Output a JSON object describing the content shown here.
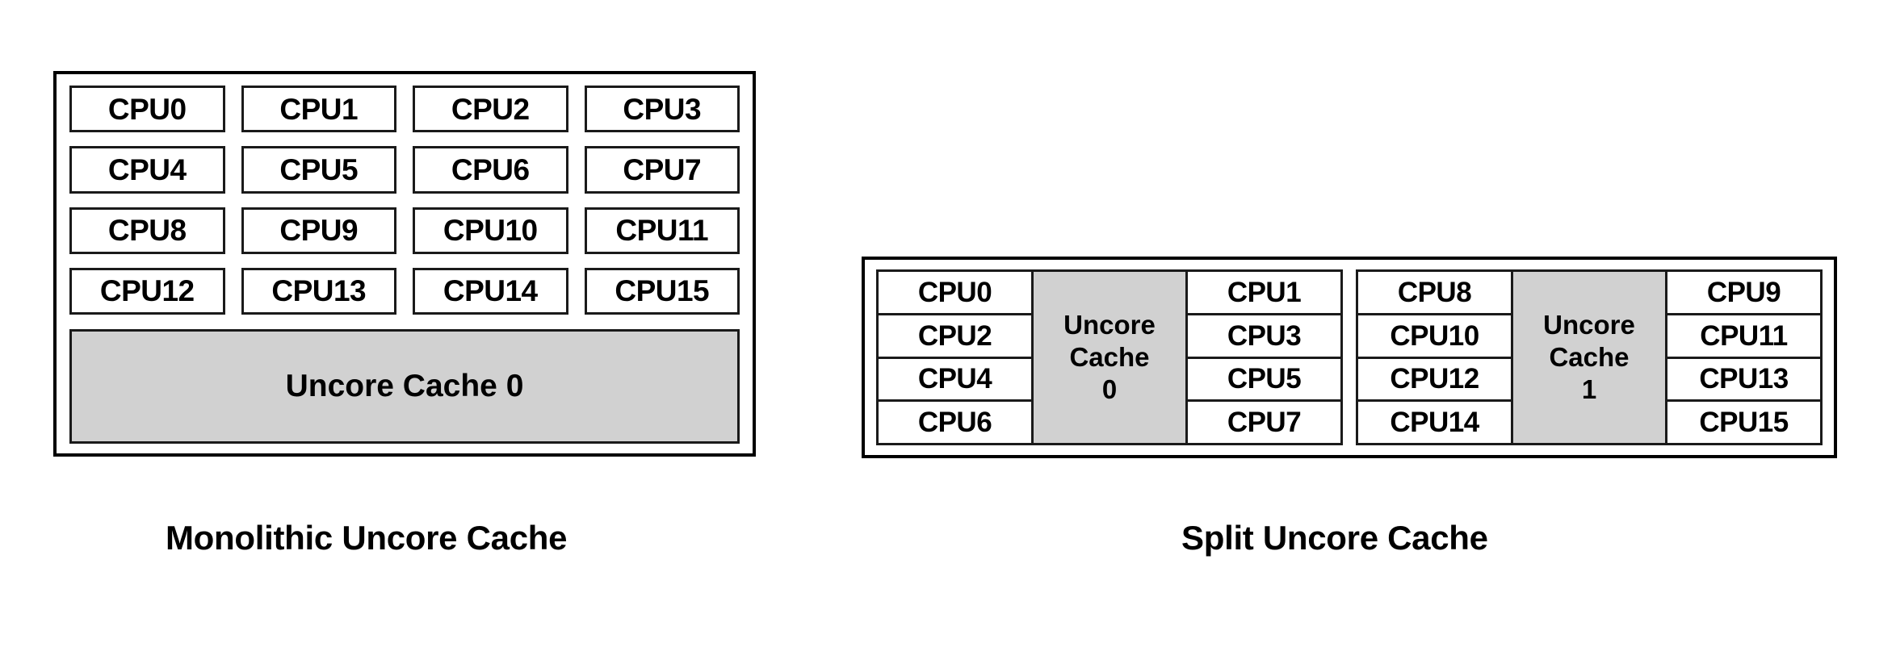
{
  "diagram": {
    "title_left": "Monolithic Uncore Cache",
    "title_right": "Split Uncore Cache",
    "colors": {
      "cache_fill": "#d1d1d1",
      "cpu_fill": "#ffffff",
      "border": "#000000",
      "text": "#000000",
      "background": "#ffffff"
    }
  },
  "monolithic": {
    "caption": "Monolithic Uncore Cache",
    "cpu_rows": [
      [
        "CPU0",
        "CPU1",
        "CPU2",
        "CPU3"
      ],
      [
        "CPU4",
        "CPU5",
        "CPU6",
        "CPU7"
      ],
      [
        "CPU8",
        "CPU9",
        "CPU10",
        "CPU11"
      ],
      [
        "CPU12",
        "CPU13",
        "CPU14",
        "CPU15"
      ]
    ],
    "cache_label": "Uncore Cache 0"
  },
  "split": {
    "caption": "Split Uncore Cache",
    "groups": [
      {
        "left_cpus": [
          "CPU0",
          "CPU2",
          "CPU4",
          "CPU6"
        ],
        "cache_line1": "Uncore",
        "cache_line2": "Cache",
        "cache_line3": "0",
        "right_cpus": [
          "CPU1",
          "CPU3",
          "CPU5",
          "CPU7"
        ]
      },
      {
        "left_cpus": [
          "CPU8",
          "CPU10",
          "CPU12",
          "CPU14"
        ],
        "cache_line1": "Uncore",
        "cache_line2": "Cache",
        "cache_line3": "1",
        "right_cpus": [
          "CPU9",
          "CPU11",
          "CPU13",
          "CPU15"
        ]
      }
    ]
  }
}
